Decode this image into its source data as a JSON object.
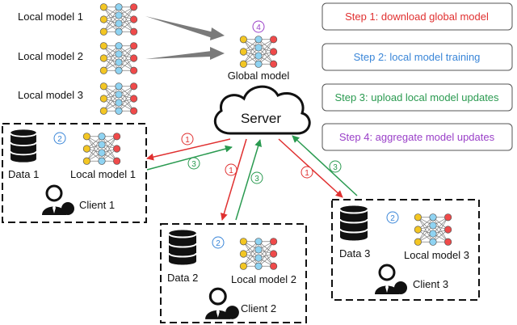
{
  "local_models": {
    "m1": "Local model 1",
    "m2": "Local model 2",
    "m3": "Local model 3"
  },
  "global_model": {
    "label": "Global model",
    "step": "4"
  },
  "server": {
    "label": "Server"
  },
  "steps": [
    {
      "number": "1",
      "text": "Step 1: download global model",
      "color": "#e03030"
    },
    {
      "number": "2",
      "text": "Step 2: local model training",
      "color": "#3a86d8"
    },
    {
      "number": "3",
      "text": "Step 3: upload  local model updates",
      "color": "#2a9a50"
    },
    {
      "number": "4",
      "text": "Step 4: aggregate model updates",
      "color": "#9a40c8"
    }
  ],
  "clients": [
    {
      "data": "Data 1",
      "model": "Local model 1",
      "client": "Client 1",
      "step": "2"
    },
    {
      "data": "Data 2",
      "model": "Local model 2",
      "client": "Client 2",
      "step": "2"
    },
    {
      "data": "Data 3",
      "model": "Local model 3",
      "client": "Client 3",
      "step": "2"
    }
  ],
  "arrow_labels": {
    "download": "1",
    "upload": "3"
  },
  "colors": {
    "red": "#e03030",
    "green": "#2a9a50",
    "blue": "#3a86d8",
    "purple": "#9a40c8",
    "node_yellow": "#f3c623",
    "node_blue": "#8fd3f2",
    "node_red": "#ef4a4a"
  },
  "icons": [
    "neural-network-icon",
    "cloud-icon",
    "database-icon",
    "user-icon"
  ]
}
